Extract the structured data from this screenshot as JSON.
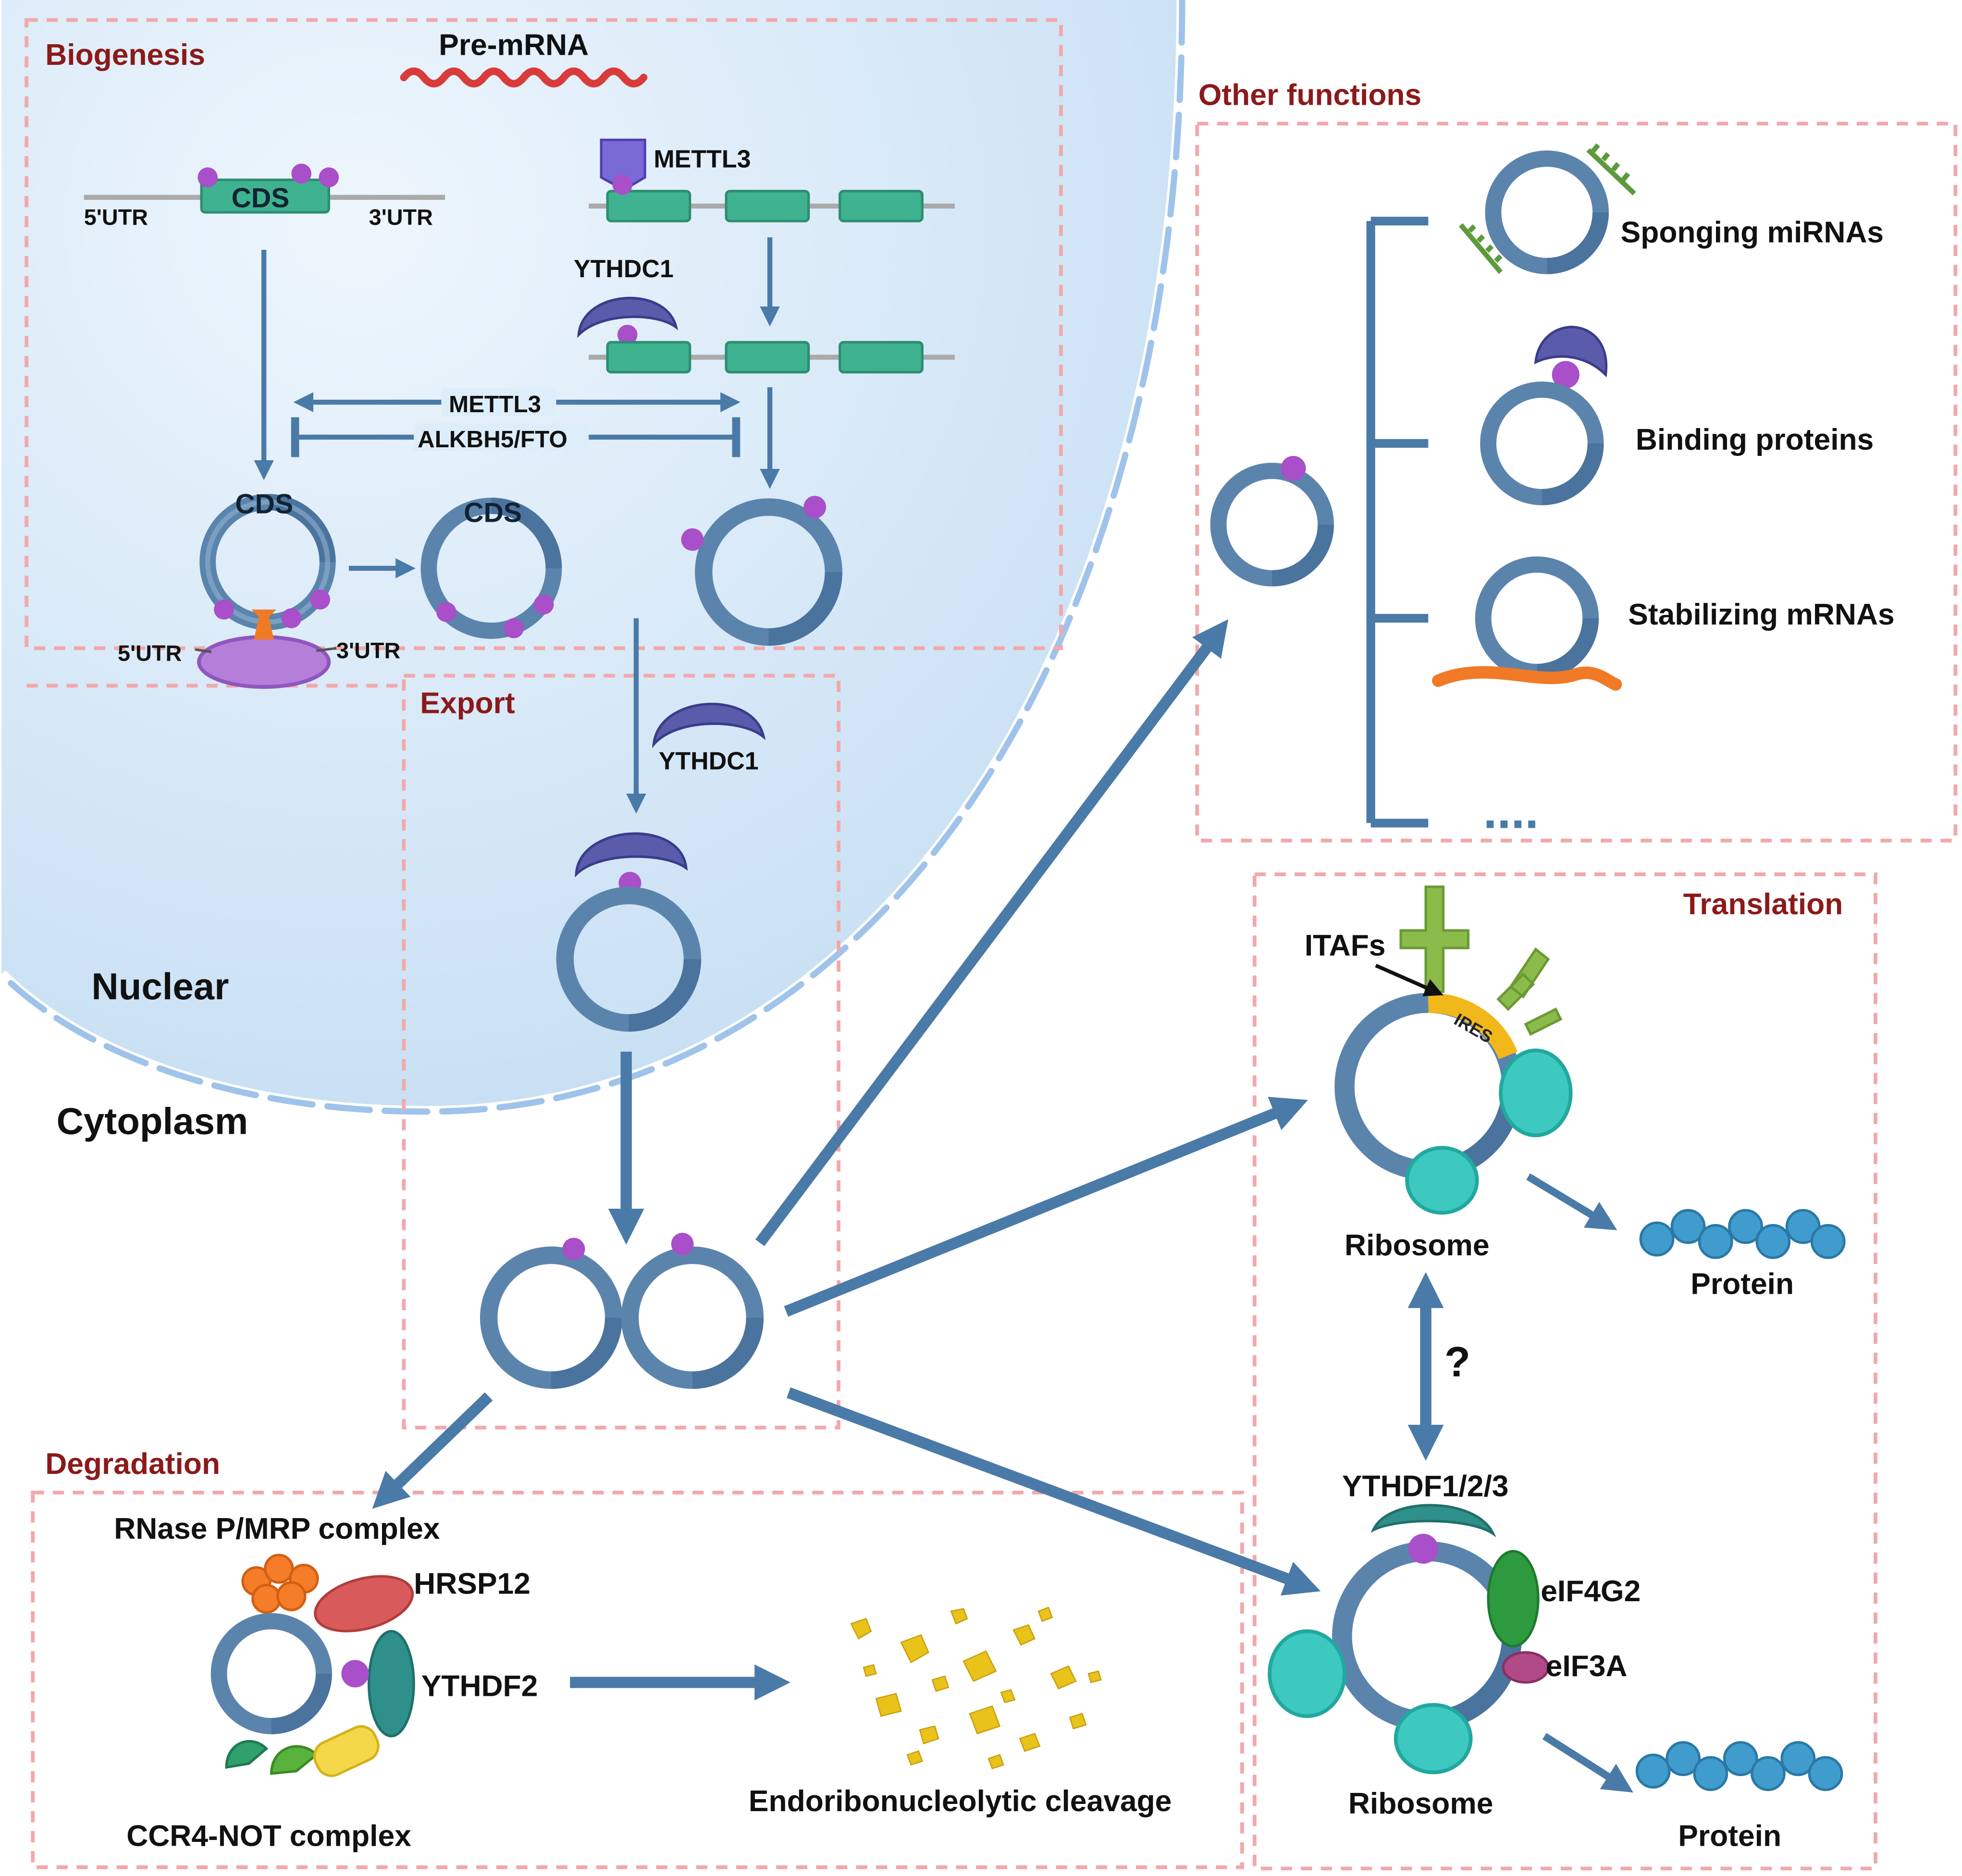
{
  "colors": {
    "nucleus_fill": "#cfe4f6",
    "nucleus_border": "#9fc3ea",
    "box_border": "#f1a9ac",
    "section_title": "#8b1a1a",
    "arrow": "#4a7aa7",
    "circ_outer": "#5b84ad",
    "circ_inner": "#8fb0cf",
    "m6a_dot": "#a84fc9",
    "exon": "#3fb28f",
    "reader": "#5a5cab",
    "ribosome": "#3ec9c0",
    "protein": "#3f9ccd",
    "ires": "#f2b71a",
    "itaf": "#8bbb4b",
    "degrade": "#e9c21a"
  },
  "regions": {
    "nuclear": "Nuclear",
    "cytoplasm": "Cytoplasm"
  },
  "sections": {
    "biogenesis": "Biogenesis",
    "export": "Export",
    "other_functions": "Other functions",
    "translation": "Translation",
    "degradation": "Degradation"
  },
  "biogenesis": {
    "pre_mrna": "Pre-mRNA",
    "cds": "CDS",
    "utr5": "5'UTR",
    "utr3": "3'UTR",
    "writer": "METTL3",
    "reader": "YTHDC1",
    "promote": "METTL3",
    "inhibit": "ALKBH5/FTO",
    "cds_circ1": "CDS",
    "cds_circ2": "CDS",
    "utr5_b": "5'UTR",
    "utr3_b": "3'UTR"
  },
  "export": {
    "reader": "YTHDC1"
  },
  "other_functions": {
    "items": [
      "Sponging miRNAs",
      "Binding proteins",
      "Stabilizing mRNAs"
    ],
    "more": "...."
  },
  "translation": {
    "itafs": "ITAFs",
    "ires": "IRES",
    "ribosome_1": "Ribosome",
    "protein_1": "Protein",
    "question": "?",
    "readers": "YTHDF1/2/3",
    "eif4g2": "eIF4G2",
    "eif3a": "eIF3A",
    "ribosome_2": "Ribosome",
    "protein_2": "Protein"
  },
  "degradation": {
    "rnase": "RNase P/MRP complex",
    "hrsp12": "HRSP12",
    "ythdf2": "YTHDF2",
    "ccr4": "CCR4-NOT complex",
    "cleavage": "Endoribonucleolytic cleavage"
  }
}
